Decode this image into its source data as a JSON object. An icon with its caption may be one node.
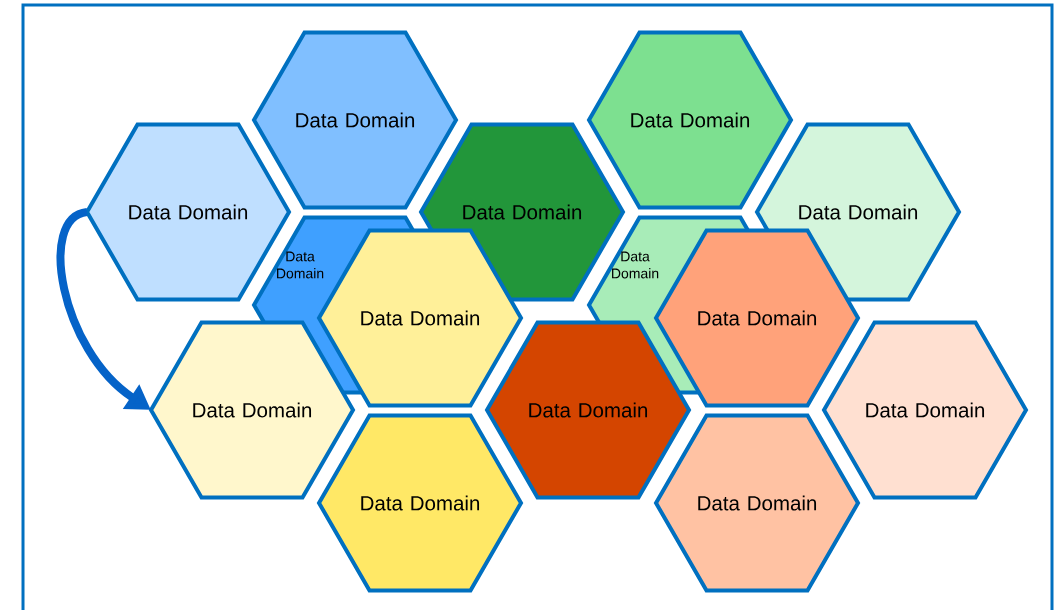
{
  "diagram": {
    "nodes": [
      {
        "text": [
          "Data Domain"
        ]
      },
      {
        "text": [
          "Data Domain"
        ]
      },
      {
        "text": [
          "Data Domain"
        ]
      },
      {
        "text": [
          "Data Domain"
        ]
      },
      {
        "text": [
          "Data Domain"
        ]
      },
      {
        "text": [
          "Data Domain"
        ]
      },
      {
        "text": [
          "Data Domain"
        ]
      },
      {
        "text": [
          "Data Domain"
        ]
      },
      {
        "text": [
          "Data Domain"
        ]
      },
      {
        "text": [
          "Data Domain"
        ]
      },
      {
        "text": [
          "Data Domain"
        ]
      },
      {
        "text": [
          "Data Domain"
        ]
      },
      {
        "text": [
          "Data Domain"
        ]
      },
      {
        "text": [
          "Data Domain"
        ]
      }
    ],
    "edges": [
      {
        "from": 2,
        "to": 9,
        "arrow": "to"
      }
    ]
  }
}
